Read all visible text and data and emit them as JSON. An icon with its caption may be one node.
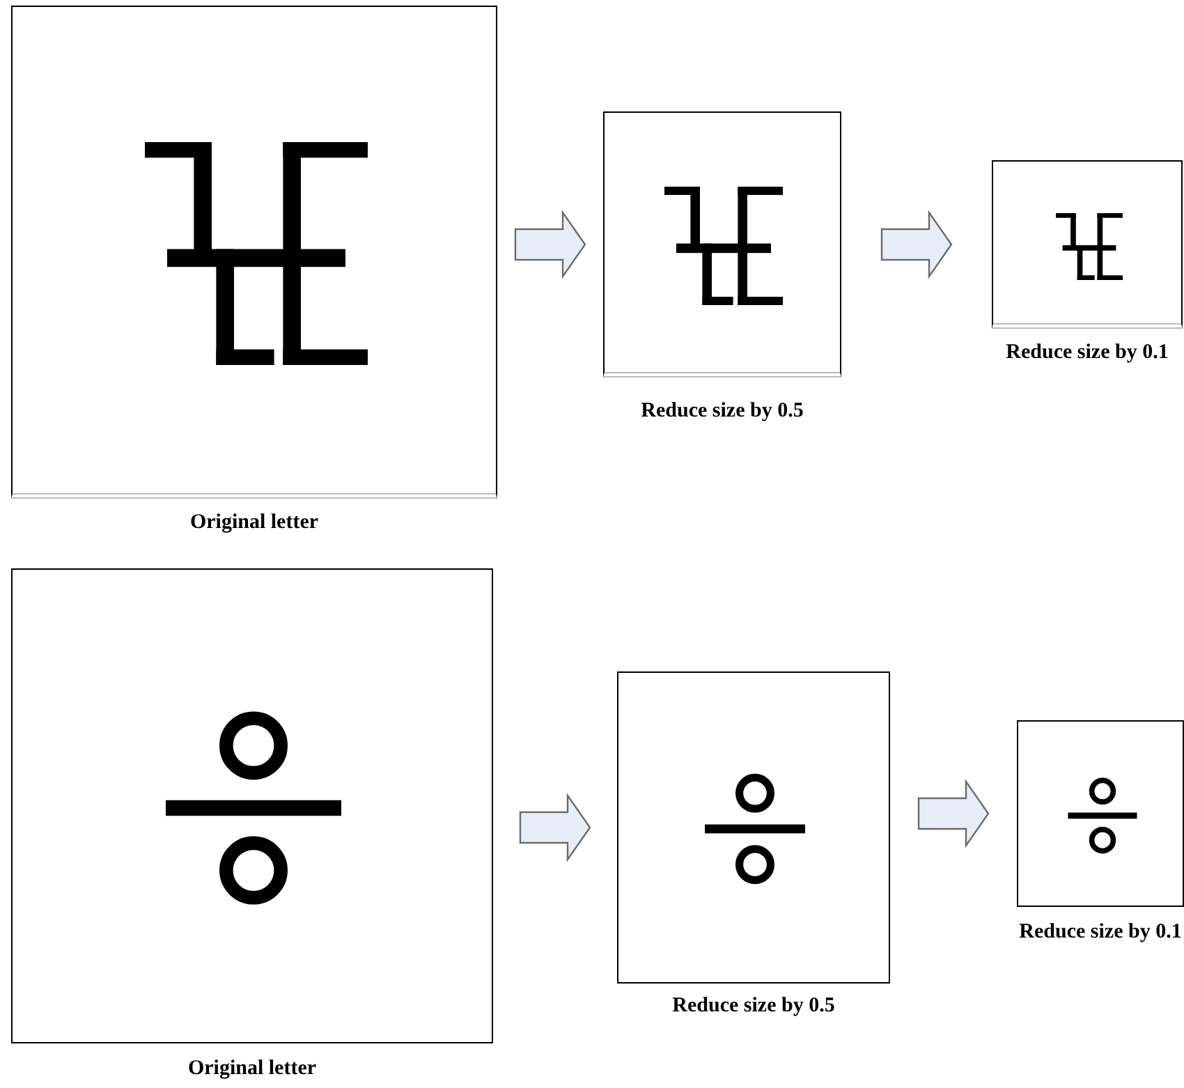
{
  "diagram": {
    "nodes": [
      {
        "text": [
          "Original letter"
        ]
      },
      {
        "text": [
          "Reduce size by 0.5"
        ]
      },
      {
        "text": [
          "Reduce size by 0.1"
        ]
      },
      {
        "text": [
          "Original letter"
        ]
      },
      {
        "text": [
          "Reduce size by 0.5"
        ]
      },
      {
        "text": [
          "Reduce size by 0.1"
        ]
      }
    ],
    "edges": [
      {
        "from": 0,
        "to": 1,
        "arrow": "to"
      },
      {
        "from": 1,
        "to": 2,
        "arrow": "to"
      },
      {
        "from": 3,
        "to": 4,
        "arrow": "to"
      },
      {
        "from": 4,
        "to": 5,
        "arrow": "to"
      }
    ]
  }
}
